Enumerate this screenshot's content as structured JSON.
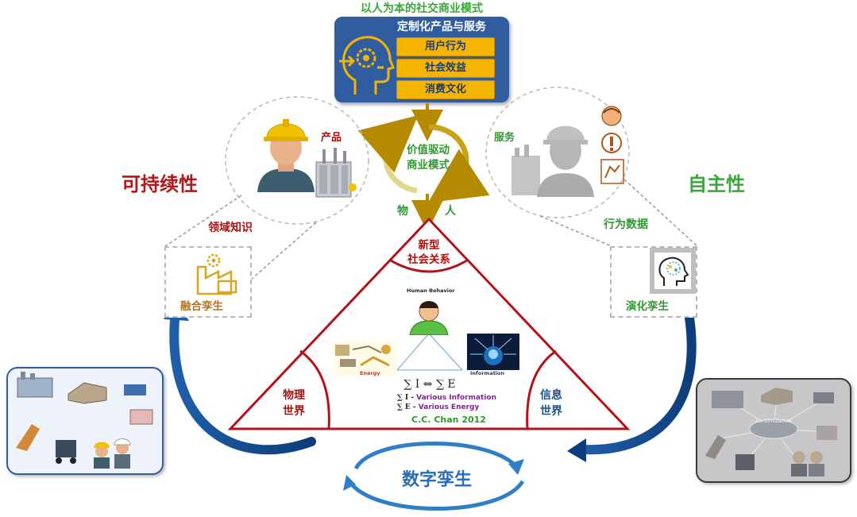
{
  "top": {
    "title": "以人为本的社交商业模式",
    "box_title": "定制化产品与服务",
    "items": [
      "用户行为",
      "社会效益",
      "消费文化"
    ]
  },
  "cycle": {
    "label_line1": "价值驱动",
    "label_line2": "商业模式"
  },
  "arrows": {
    "wu": "物",
    "ren": "人"
  },
  "left": {
    "heading": "可持续性",
    "product_label": "产品",
    "domain_knowledge": "领域知识",
    "fusion_twin": "融合孪生"
  },
  "right": {
    "heading": "自主性",
    "service_label": "服务",
    "behavior_data": "行为数据",
    "evolution_twin": "演化孪生"
  },
  "triangle": {
    "top_line1": "新型",
    "top_line2": "社会关系",
    "left_line1": "物理",
    "left_line2": "世界",
    "right_line1": "信息",
    "right_line2": "世界",
    "human_behavior": "Human Behavior",
    "energy": "Energy",
    "information": "Information",
    "formula": "∑ I ⇔ ∑ E",
    "legend_i": "Various Information",
    "legend_e": "Various Energy",
    "credit": "C.C. Chan 2012"
  },
  "bottom": {
    "label": "数字孪生"
  },
  "right_photo": {
    "cosim": "Co-Simulation"
  },
  "colors": {
    "primary_blue": "#2f5d9f",
    "accent_orange": "#f5b400",
    "green": "#3aa63a",
    "red": "#b4161b",
    "triangle_red": "#b3121a"
  }
}
